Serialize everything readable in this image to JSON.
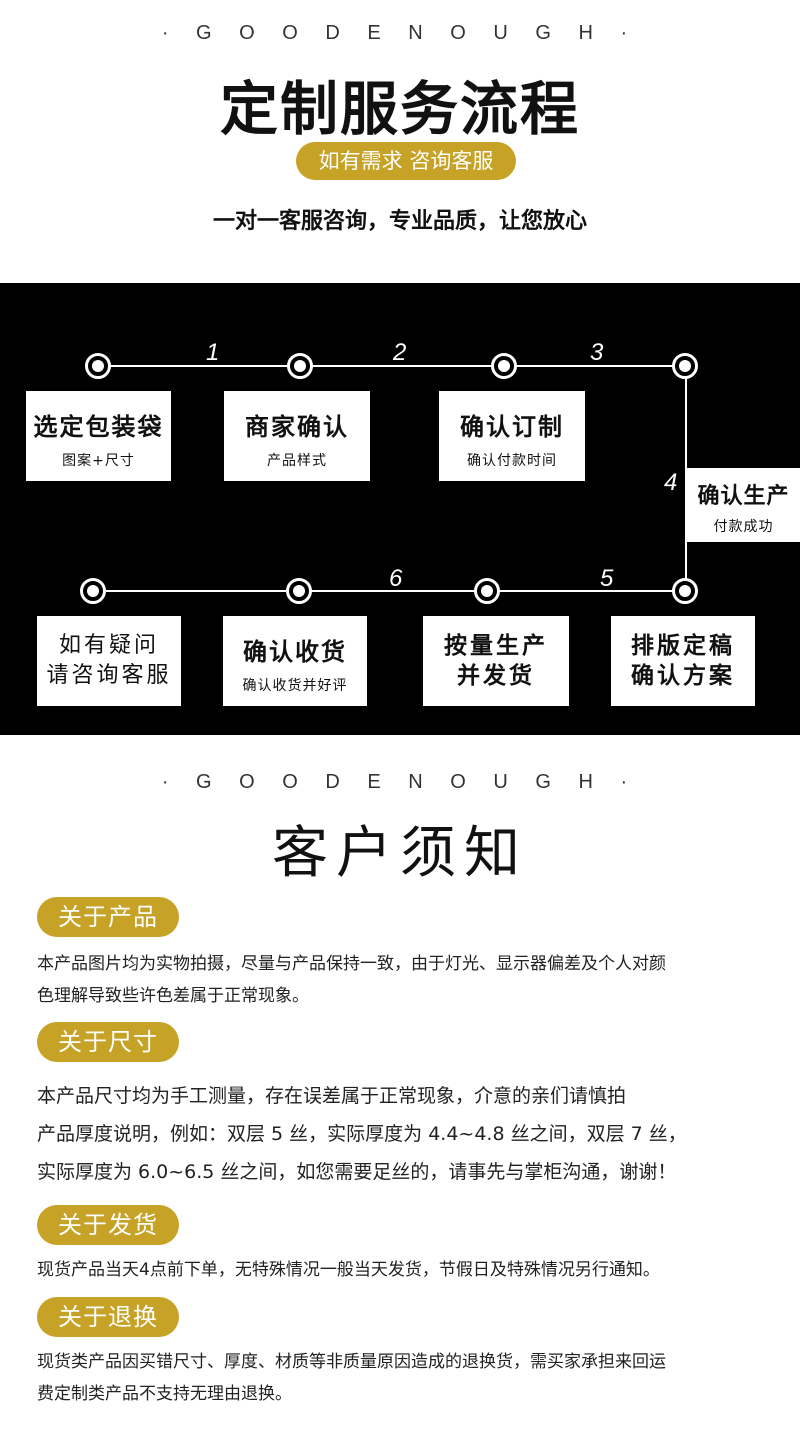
{
  "header": {
    "eyebrow": "· G O O D   E N O U G H ·",
    "title": "定制服务流程",
    "pill": "如有需求 咨询客服",
    "subtitle": "一对一客服咨询，专业品质，让您放心"
  },
  "process": {
    "steps_top": [
      {
        "title": "选定包装袋",
        "sub": "图案+尺寸"
      },
      {
        "title": "商家确认",
        "sub": "产品样式"
      },
      {
        "title": "确认订制",
        "sub": "确认付款时间"
      }
    ],
    "step_side": {
      "title": "确认生产",
      "sub": "付款成功"
    },
    "steps_bottom": [
      {
        "line1": "如有疑问",
        "line2": "请咨询客服"
      },
      {
        "title": "确认收货",
        "sub": "确认收货并好评"
      },
      {
        "line1": "按量生产",
        "line2": "并发货"
      },
      {
        "line1": "排版定稿",
        "line2": "确认方案"
      }
    ],
    "numbers": [
      "1",
      "2",
      "3",
      "4",
      "5",
      "6"
    ]
  },
  "notice": {
    "eyebrow": "· G O O D   E N O U G H ·",
    "title": "客户须知",
    "sections": [
      {
        "tag": "关于产品",
        "lines": [
          "本产品图片均为实物拍摄，尽量与产品保持一致，由于灯光、显示器偏差及个人对颜",
          "色理解导致些许色差属于正常现象。"
        ]
      },
      {
        "tag": "关于尺寸",
        "lines": [
          "本产品尺寸均为手工测量，存在误差属于正常现象，介意的亲们请慎拍",
          "产品厚度说明，例如：双层 5 丝，实际厚度为 4.4~4.8 丝之间，双层 7 丝，",
          "实际厚度为 6.0~6.5 丝之间，如您需要足丝的，请事先与掌柜沟通，谢谢！"
        ]
      },
      {
        "tag": "关于发货",
        "lines": [
          "现货产品当天4点前下单，无特殊情况一般当天发货，节假日及特殊情况另行通知。"
        ]
      },
      {
        "tag": "关于退换",
        "lines": [
          "现货类产品因买错尺寸、厚度、材质等非质量原因造成的退换货，需买家承担来回运",
          "费定制类产品不支持无理由退换。"
        ]
      }
    ]
  }
}
